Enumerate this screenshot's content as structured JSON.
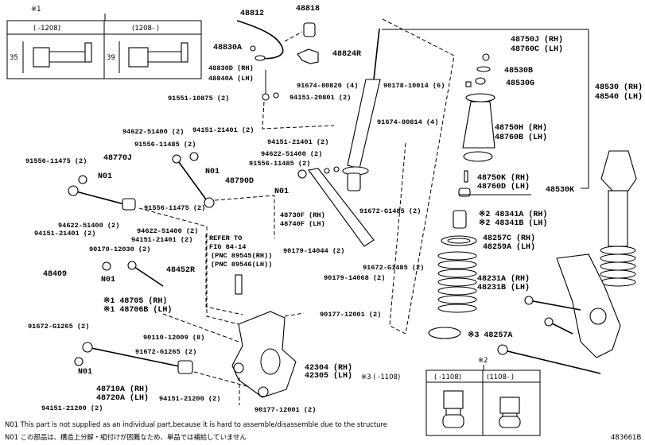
{
  "diagram_id": "483661B",
  "notes": {
    "en": "N01   This part is not supplied as an individual part,because it is hard to assemble/disassemble due to the structure",
    "ja": "N01  この部品は、構造上分解・組付けが困難なため、単品では補給していません"
  },
  "inset1": {
    "mark": "※1",
    "col_left": "(      -1208)",
    "col_right": "(1208-      )",
    "dim_left": "35",
    "dim_right": "39"
  },
  "inset2": {
    "mark": "※2",
    "col_left": "(      -1108)",
    "col_right": "(1108-      )"
  },
  "note3": "※3 (       -1108)",
  "labels": [
    "48812",
    "48818",
    "48830A",
    "48824R",
    "48830D (RH)",
    "48840A (LH)",
    "91674-80820 (4)",
    "91551-10875 (2)",
    "94151-20801 (2)",
    "94622-51400 (2)",
    "94151-21401 (2)",
    "91556-11485 (2)",
    "91556-11475 (2)",
    "48770J",
    "N01",
    "N01",
    "48790D",
    "94151-21401 (2)",
    "94622-51400 (2)",
    "91556-11485 (2)",
    "N01",
    "91556-11475 (2)",
    "48730F (RH)",
    "48740F (LH)",
    "91672-G1485 (2)",
    "94622-51400 (2)",
    "94151-21401 (2)",
    "94622-51400 (2)",
    "94151-21401 (2)",
    "REFER TO",
    "FIG 84-14",
    "(PNC 89545(RH))",
    "(PNC 89546(LH))",
    "90179-14044 (2)",
    "91672-G1485 (2)",
    "90179-14068 (2)",
    "90170-12030 (2)",
    "48409",
    "48452R",
    "N01",
    "※1 48705 (RH)",
    "※1 48706B (LH)",
    "90177-12001 (2)",
    "91672-G1265 (2)",
    "90110-12009 (8)",
    "91672-G1265 (2)",
    "42304 (RH)",
    "42305 (LH)",
    "N01",
    "48710A (RH)",
    "48720A (LH)",
    "94151-21200 (2)",
    "94151-21200 (2)",
    "90177-12001 (2)",
    "48750J (RH)",
    "48760C (LH)",
    "48530B",
    "48530G",
    "48530 (RH)",
    "48540 (LH)",
    "90178-10014 (6)",
    "91674-80814 (4)",
    "48750H (RH)",
    "48760B (LH)",
    "48750K (RH)",
    "48760D (LH)",
    "48530K",
    "※2 48341A (RH)",
    "※2 48341B (LH)",
    "48257C (RH)",
    "48259A (LH)",
    "48231A (RH)",
    "48231B (LH)",
    "※3 48257A"
  ]
}
